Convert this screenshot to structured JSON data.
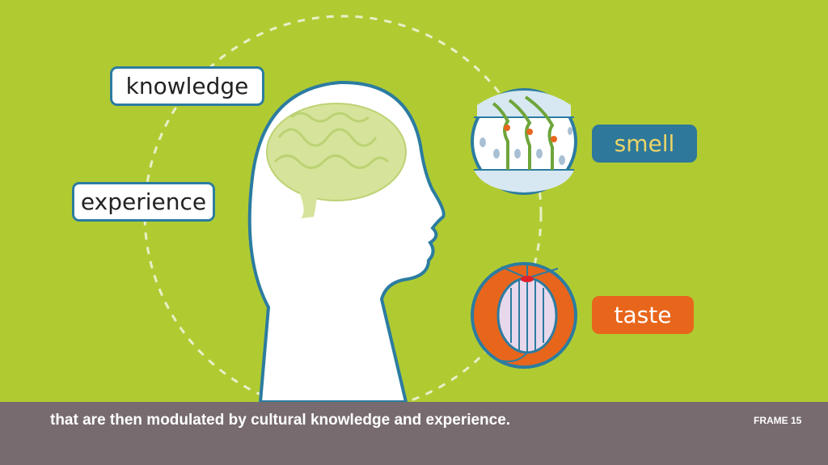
{
  "labels": {
    "knowledge": "knowledge",
    "experience": "experience",
    "smell": "smell",
    "taste": "taste"
  },
  "caption": "that are then modulated by cultural knowledge and experience.",
  "frame_label": "FRAME 15",
  "colors": {
    "background": "#b0cb32",
    "outline": "#2c7ca0",
    "smell": "#2e789c",
    "taste": "#e8661c",
    "caption_bar": "#776b6f"
  }
}
